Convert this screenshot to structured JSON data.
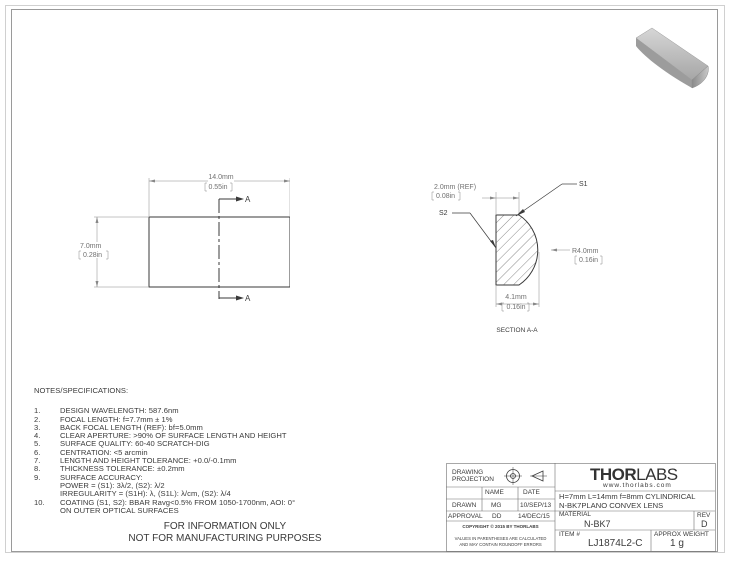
{
  "drawing": {
    "front_view": {
      "width_mm": "14.0mm",
      "width_in": "0.55in",
      "height_mm": "7.0mm",
      "height_in": "0.28in",
      "section_marker": "A"
    },
    "section_view": {
      "thickness_ref_mm": "2.0mm",
      "thickness_ref_tag": "(REF)",
      "thickness_ref_in": "0.08in",
      "radius_mm": "R4.0mm",
      "radius_in": "0.16in",
      "width_mm": "4.1mm",
      "width_in": "0.16in",
      "surface1": "S1",
      "surface2": "S2",
      "caption": "SECTION A-A"
    }
  },
  "notes": {
    "title": "NOTES/SPECIFICATIONS:",
    "items": [
      {
        "num": "1.",
        "text": "DESIGN WAVELENGTH: 587.6nm"
      },
      {
        "num": "2.",
        "text": "FOCAL LENGTH: f=7.7mm ± 1%"
      },
      {
        "num": "3.",
        "text": "BACK FOCAL LENGTH (REF): bf=5.0mm"
      },
      {
        "num": "4.",
        "text": "CLEAR APERTURE: >90% OF SURFACE LENGTH AND HEIGHT"
      },
      {
        "num": "5.",
        "text": "SURFACE QUALITY: 60-40 SCRATCH-DIG"
      },
      {
        "num": "6.",
        "text": "CENTRATION: <5 arcmin"
      },
      {
        "num": "7.",
        "text": "LENGTH AND HEIGHT TOLERANCE: +0.0/-0.1mm"
      },
      {
        "num": "8.",
        "text": "THICKNESS TOLERANCE: ±0.2mm"
      },
      {
        "num": "9.",
        "text": "SURFACE ACCURACY:"
      },
      {
        "num": "",
        "text": "POWER = (S1): 3λ/2, (S2): λ/2"
      },
      {
        "num": "",
        "text": "IRREGULARITY = (S1H): λ, (S1L): λ/cm, (S2): λ/4"
      },
      {
        "num": "10.",
        "text": "COATING (S1, S2): BBAR Ravg<0.5% FROM 1050-1700nm, AOI: 0°"
      },
      {
        "num": "",
        "text": "ON OUTER OPTICAL SURFACES"
      }
    ]
  },
  "footer": {
    "line1": "FOR INFORMATION ONLY",
    "line2": "NOT FOR MANUFACTURING PURPOSES"
  },
  "title_block": {
    "projection_label_1": "DRAWING",
    "projection_label_2": "PROJECTION",
    "col_name": "NAME",
    "col_date": "DATE",
    "drawn_label": "DRAWN",
    "drawn_name": "MG",
    "drawn_date": "10/SEP/13",
    "approval_label": "APPROVAL",
    "approval_name": "DD",
    "approval_date": "14/DEC/15",
    "copyright": "COPYRIGHT © 2015 BY THORLABS",
    "disclaimer_1": "VALUES IN PARENTHESES ARE CALCULATED",
    "disclaimer_2": "AND MAY CONTAIN ROUNDOFF ERRORS",
    "logo_thor": "THOR",
    "logo_labs": "LABS",
    "website": "www.thorlabs.com",
    "description_1": "H=7mm L=14mm f=8mm CYLINDRICAL",
    "description_2": "N-BK7PLANO CONVEX LENS",
    "material_label": "MATERIAL",
    "material_value": "N-BK7",
    "rev_label": "REV",
    "rev_value": "D",
    "item_label": "ITEM #",
    "item_value": "LJ1874L2-C",
    "weight_label": "APPROX WEIGHT",
    "weight_value": "1 g"
  }
}
